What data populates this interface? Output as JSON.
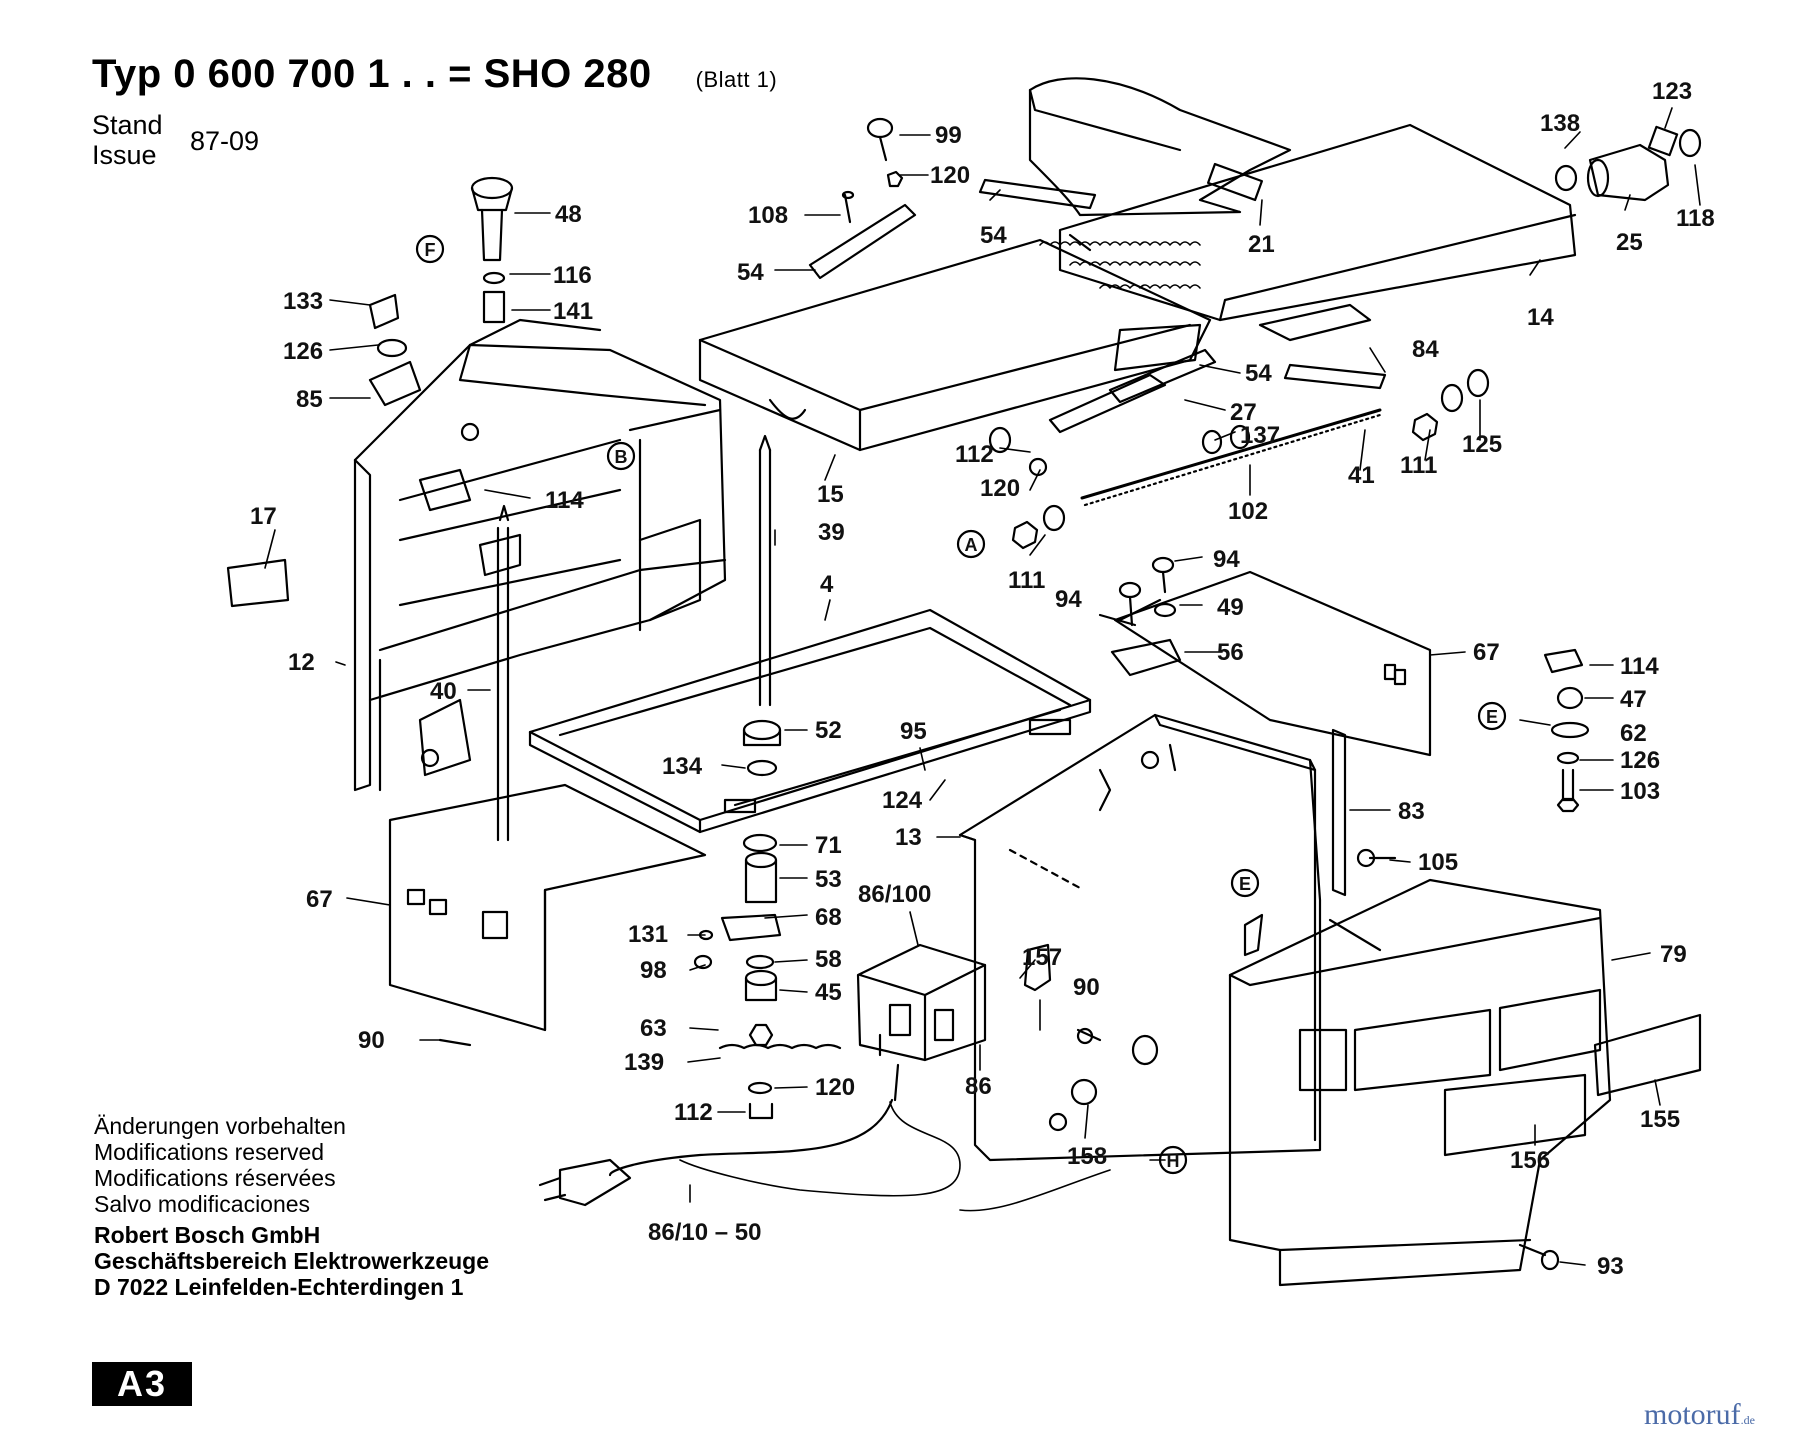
{
  "header": {
    "type_line": "Typ 0 600 700 1 . . = SHO 280",
    "sheet": "(Blatt 1)",
    "stand": "Stand",
    "issue": "Issue",
    "date": "87-09"
  },
  "footer": {
    "notes": [
      "Änderungen vorbehalten",
      "Modifications reserved",
      "Modifications réservées",
      "Salvo modificaciones"
    ],
    "company": [
      "Robert Bosch GmbH",
      "Geschäftsbereich Elektrowerkzeuge",
      "D 7022 Leinfelden-Echterdingen 1"
    ],
    "sheet_tag": "A3",
    "brand": "motoruf",
    "brand_tld": ".de"
  },
  "part_labels": {
    "p99": "99",
    "p120a": "120",
    "p108": "108",
    "p54a": "54",
    "p54b": "54",
    "p21": "21",
    "p14": "14",
    "p138": "138",
    "p123": "123",
    "p25": "25",
    "p118": "118",
    "p48": "48",
    "p116": "116",
    "p141": "141",
    "p133": "133",
    "p126a": "126",
    "p85": "85",
    "p84": "84",
    "p54c": "54",
    "p27": "27",
    "p137": "137",
    "p41": "41",
    "p111a": "111",
    "p125": "125",
    "p112a": "112",
    "p120b": "120",
    "p102": "102",
    "p15": "15",
    "p114a": "114",
    "p17": "17",
    "p39": "39",
    "p111b": "111",
    "p94a": "94",
    "p94b": "94",
    "p49": "49",
    "p56": "56",
    "p67a": "67",
    "p12": "12",
    "p40": "40",
    "p4": "4",
    "p52": "52",
    "p95": "95",
    "p134": "134",
    "p124": "124",
    "p13": "13",
    "p114b": "114",
    "p47": "47",
    "p62": "62",
    "p126b": "126",
    "p103": "103",
    "p83": "83",
    "p71": "71",
    "p53": "53",
    "p67b": "67",
    "p86_100": "86/100",
    "p68": "68",
    "p105": "105",
    "p131": "131",
    "p58": "58",
    "p98": "98",
    "p45": "45",
    "p157": "157",
    "p90a": "90",
    "p79": "79",
    "p63": "63",
    "p139": "139",
    "p86": "86",
    "p120c": "120",
    "p112b": "112",
    "p90b": "90",
    "p155": "155",
    "p158": "158",
    "p156": "156",
    "p86_10_50": "86/10 – 50",
    "p93": "93"
  },
  "callouts": {
    "F": "F",
    "B": "B",
    "A": "A",
    "E1": "E",
    "E2": "E",
    "H": "H"
  }
}
